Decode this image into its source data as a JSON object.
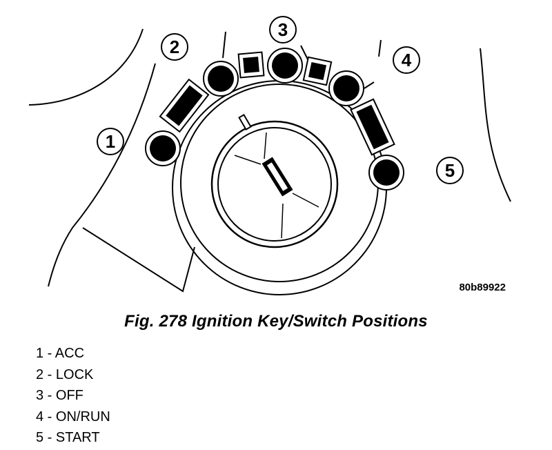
{
  "figure": {
    "caption": "Fig. 278 Ignition Key/Switch Positions",
    "code": "80b89922"
  },
  "callouts": [
    {
      "number": "1"
    },
    {
      "number": "2"
    },
    {
      "number": "3"
    },
    {
      "number": "4"
    },
    {
      "number": "5"
    }
  ],
  "legend": [
    {
      "number": "1",
      "text": "1 - ACC"
    },
    {
      "number": "2",
      "text": "2 - LOCK"
    },
    {
      "number": "3",
      "text": "3 - OFF"
    },
    {
      "number": "4",
      "text": "4 - ON/RUN"
    },
    {
      "number": "5",
      "text": "5 - START"
    }
  ],
  "colors": {
    "ink": "#000000",
    "paper": "#ffffff"
  }
}
